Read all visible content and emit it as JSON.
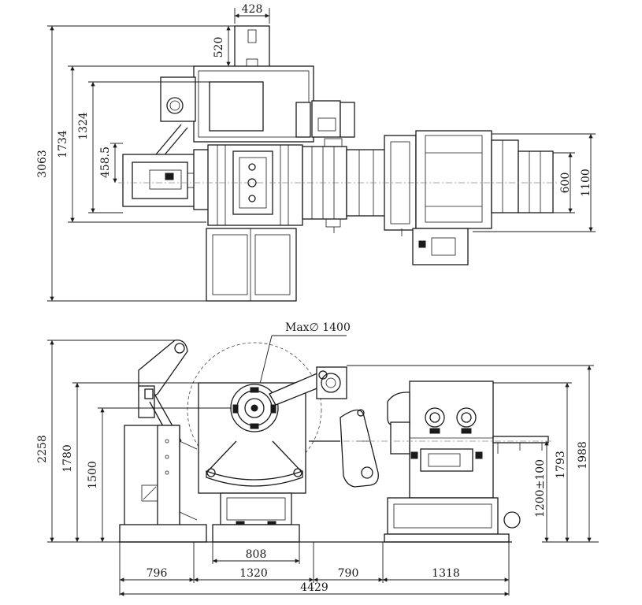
{
  "top_view": {
    "dims": {
      "overall_length": "3063",
      "width_1734": "1734",
      "width_1324": "1324",
      "width_458": "458.5",
      "top_428": "428",
      "top_520": "520",
      "right_600": "600",
      "right_1100": "1100"
    }
  },
  "side_view": {
    "max_coil_label": "Max∅ 1400",
    "dims": {
      "height_2258": "2258",
      "height_1780": "1780",
      "height_1500": "1500",
      "height_1200": "1200±100",
      "height_1793": "1793",
      "height_1988": "1988",
      "base_808": "808",
      "seg_796": "796",
      "seg_1320": "1320",
      "seg_790": "790",
      "seg_1318": "1318",
      "total_4429": "4429"
    }
  }
}
